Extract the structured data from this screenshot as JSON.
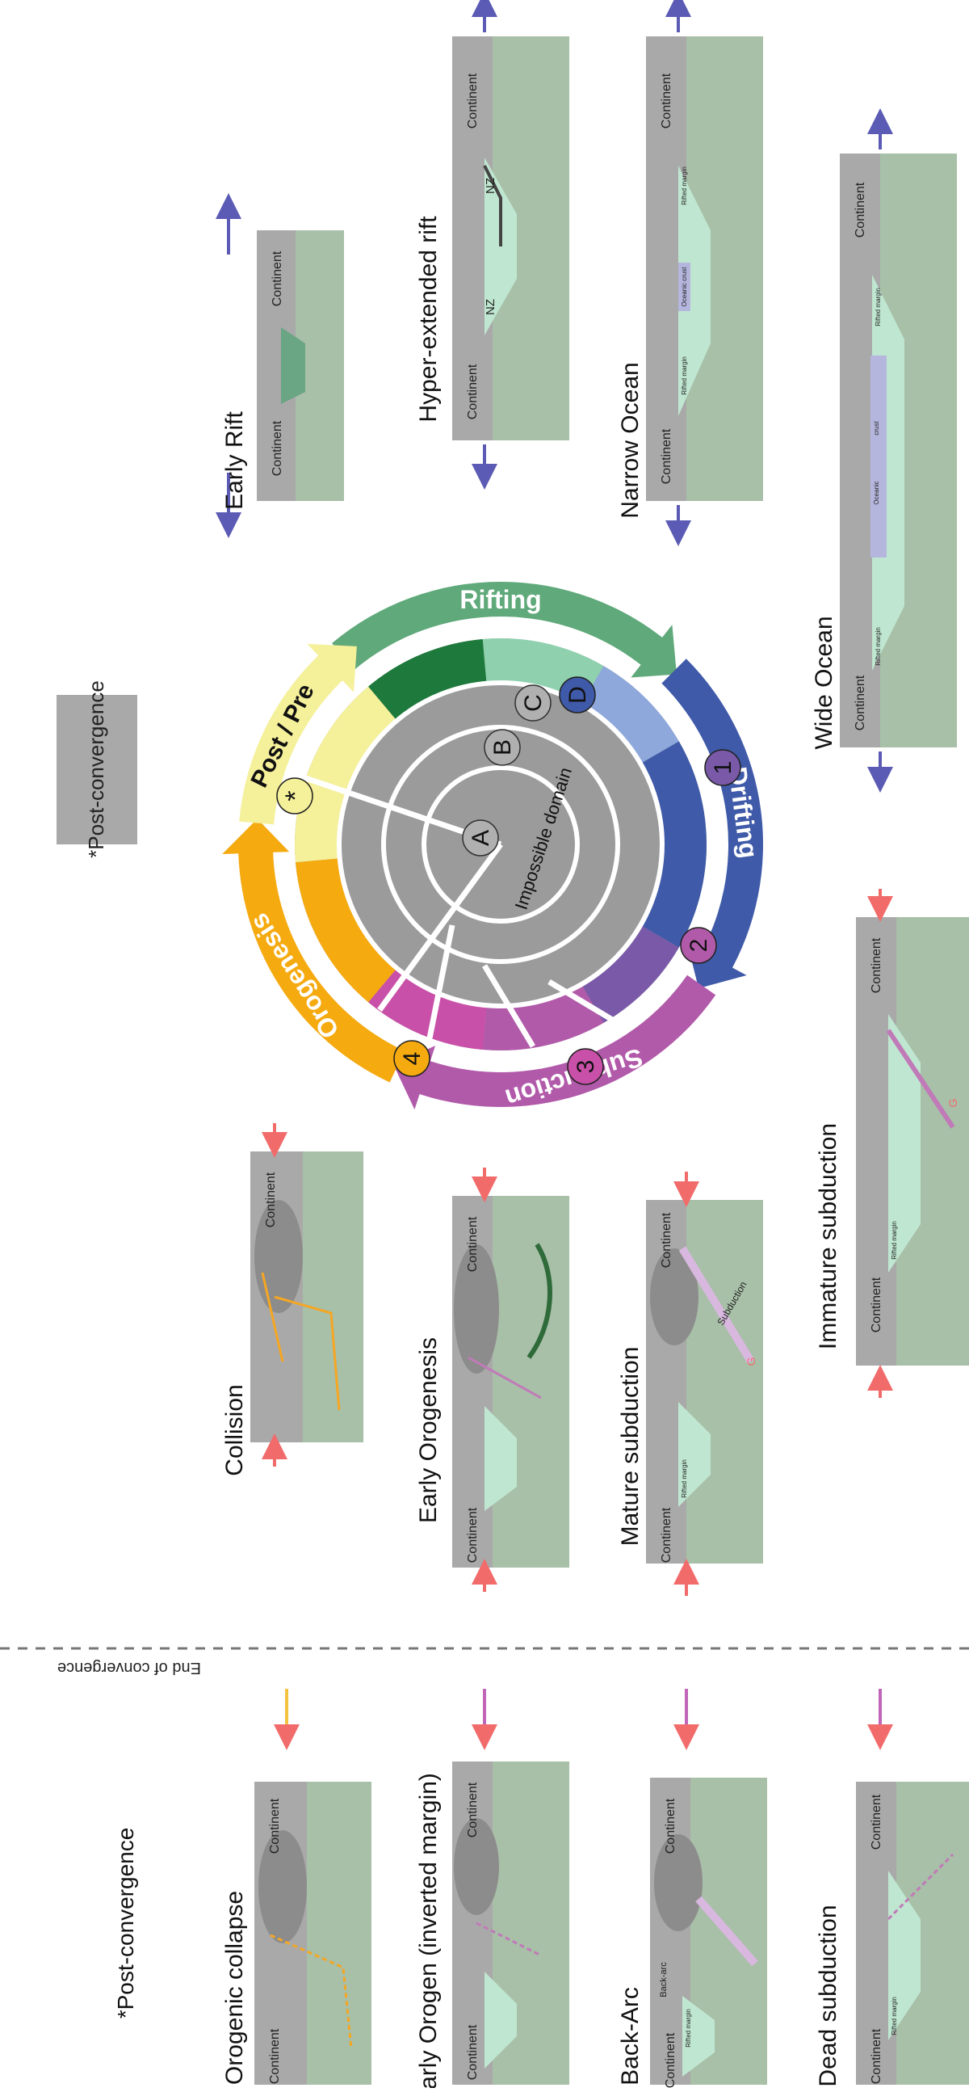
{
  "legend": {
    "box_label": "*Post-convergence"
  },
  "cycle": {
    "arcs": [
      {
        "id": "rifting",
        "label": "Rifting",
        "color": "#5fa97a"
      },
      {
        "id": "drifting",
        "label": "Drifting",
        "color": "#3f5aa8"
      },
      {
        "id": "subduction",
        "label": "Subduction",
        "color": "#b25aaa"
      },
      {
        "id": "orogenesis",
        "label": "Orogenesis",
        "color": "#f5aa10"
      },
      {
        "id": "postpre",
        "label": "Post / Pre",
        "color": "#f5f09a"
      }
    ],
    "stages": [
      {
        "id": "A",
        "label": "A"
      },
      {
        "id": "B",
        "label": "B"
      },
      {
        "id": "C",
        "label": "C"
      },
      {
        "id": "D",
        "label": "D"
      },
      {
        "id": "s1",
        "label": "1"
      },
      {
        "id": "s2",
        "label": "2"
      },
      {
        "id": "s3",
        "label": "3"
      },
      {
        "id": "s4",
        "label": "4"
      },
      {
        "id": "star",
        "label": "*"
      }
    ],
    "impossible_domain": "Impossible domain"
  },
  "panels": [
    {
      "id": "early-rift",
      "title": "Early Rift",
      "labels": [
        "Continent",
        "Continent"
      ]
    },
    {
      "id": "hyper-extended-rift",
      "title": "Hyper-extended rift",
      "labels": [
        "Continent",
        "NZ",
        "NZ",
        "Continent"
      ]
    },
    {
      "id": "narrow-ocean",
      "title": "Narrow Ocean",
      "labels": [
        "Continent",
        "Rifted margin",
        "Oceanic crust",
        "Rifted margin",
        "Continent"
      ]
    },
    {
      "id": "wide-ocean",
      "title": "Wide Ocean",
      "labels": [
        "Continent",
        "Rifted margin",
        "Oceanic",
        "crust",
        "Rifted margin",
        "Continent"
      ]
    },
    {
      "id": "immature-subduction",
      "title": "Immature subduction",
      "labels": [
        "Continent",
        "Rifted margin",
        "Continent",
        "G"
      ]
    },
    {
      "id": "mature-subduction",
      "title": "Mature subduction",
      "labels": [
        "Continent",
        "Rifted margin",
        "Subduction",
        "Continent",
        "G"
      ]
    },
    {
      "id": "early-orogenesis",
      "title": "Early Orogenesis",
      "labels": [
        "Continent",
        "Continent"
      ]
    },
    {
      "id": "collision",
      "title": "Collision",
      "labels": [
        "Continent"
      ]
    },
    {
      "id": "orogenic-collapse",
      "title": "Orogenic collapse",
      "labels": [
        "Continent",
        "Continent"
      ]
    },
    {
      "id": "early-orogen-inverted",
      "title": "Early Orogen (inverted margin)",
      "labels": [
        "Continent",
        "Continent"
      ]
    },
    {
      "id": "back-arc",
      "title": "Back-Arc",
      "labels": [
        "Continent",
        "Rifted margin",
        "Back-arc",
        "Continent"
      ]
    },
    {
      "id": "dead-subduction",
      "title": "Dead subduction",
      "labels": [
        "Continent",
        "Rifted margin",
        "Continent"
      ]
    }
  ],
  "separator": {
    "label": "End of convergence"
  },
  "post_convergence_heading": "*Post-convergence",
  "colors": {
    "continent": "#a9a9a9",
    "continent_dark": "#8c8c8c",
    "mantle": "#a8bfa8",
    "margin_green": "#6aa584",
    "rift_light": "#bfe6d0",
    "ocean_crust": "#b5b6dd",
    "extension_arrow": "#5b5bb5",
    "compression_arrow": "#f26b6b",
    "subduct_purple": "#d8b8df",
    "orange": "#f5a623",
    "magenta": "#c05fb5",
    "disk": "#999999",
    "lilac_arrow": "#c065b8",
    "yellow_arrow": "#f2c240"
  }
}
